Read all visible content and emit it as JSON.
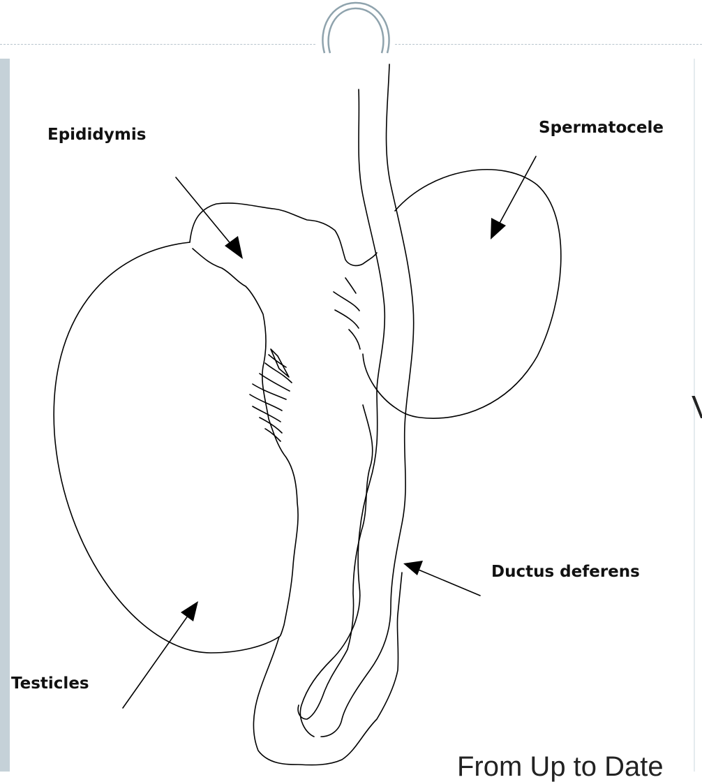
{
  "diagram": {
    "labels": {
      "epididymis": "Epididymis",
      "spermatocele": "Spermatocele",
      "ductus_deferens": "Ductus deferens",
      "testicles": "Testicles"
    }
  },
  "slide": {
    "partial_letter": "V",
    "caption": "From Up to Date"
  },
  "colors": {
    "side_bar": "#c5d1d8",
    "rule": "#b7c4cc",
    "ornament": "#8fa3ad"
  }
}
